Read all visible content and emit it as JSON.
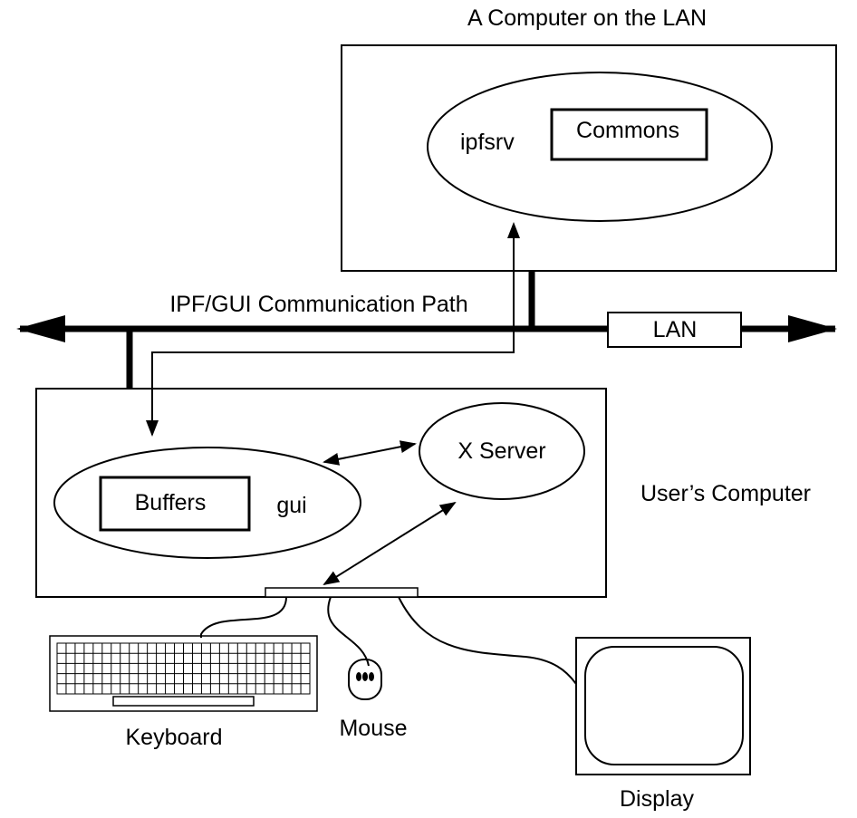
{
  "remote_computer": {
    "title": "A Computer on the LAN",
    "process_label": "ipfsrv",
    "commons_label": "Commons"
  },
  "network": {
    "path_label": "IPF/GUI Communication Path",
    "lan_label": "LAN"
  },
  "user_computer": {
    "title": "User’s Computer",
    "gui_label": "gui",
    "buffers_label": "Buffers",
    "xserver_label": "X Server"
  },
  "peripherals": {
    "keyboard_label": "Keyboard",
    "mouse_label": "Mouse",
    "display_label": "Display"
  },
  "colors": {
    "line": "#000000",
    "background": "#ffffff"
  }
}
